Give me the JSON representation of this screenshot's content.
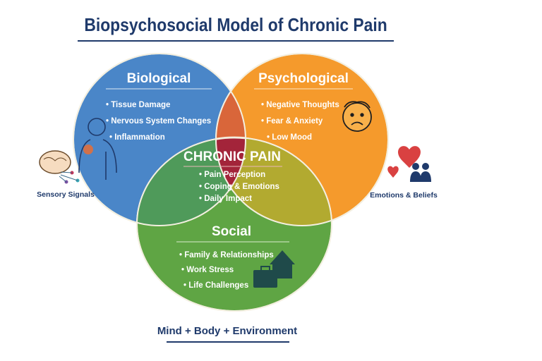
{
  "title": "Biopsychosocial Model of Chronic Pain",
  "biological": {
    "heading": "Biological",
    "items": [
      "• Tissue Damage",
      "• Nervous System Changes",
      "• Inflammation"
    ]
  },
  "psychological": {
    "heading": "Psychological",
    "items": [
      "• Negative Thoughts",
      "• Fear & Anxiety",
      "• Low Mood"
    ]
  },
  "center": {
    "heading": "CHRONIC PAIN",
    "items": [
      "• Pain Perception",
      "• Coping & Emotions",
      "• Daily Impact"
    ]
  },
  "social": {
    "heading": "Social",
    "items": [
      "• Family & Relationships",
      "• Work Stress",
      "• Life Challenges"
    ]
  },
  "side_left": "Sensory Signals",
  "side_right": "Emotions & Beliefs",
  "footer": "Mind + Body + Environment",
  "colors": {
    "biological": "#4a86c8",
    "psychological": "#f59a2c",
    "social": "#5fa544",
    "center": "#a3243a",
    "title": "#1f3a6b"
  }
}
